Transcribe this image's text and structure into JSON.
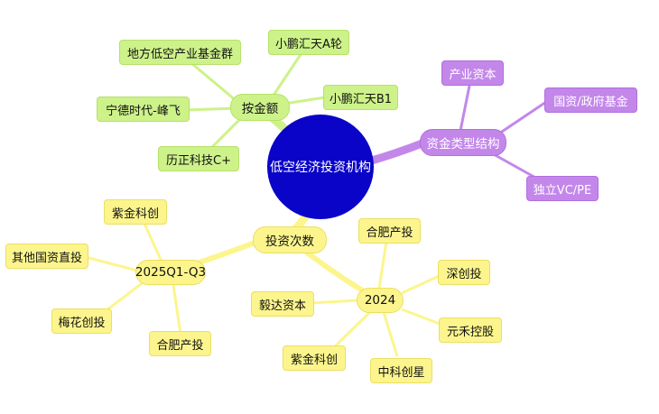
{
  "center": {
    "label": "低空经济投资机构"
  },
  "branches": {
    "amount": {
      "label": "按金额",
      "color": "#cdf28a",
      "items": [
        "地方低空产业基金群",
        "小鹏汇天A轮",
        "宁德时代-峰飞",
        "小鹏汇天B1",
        "历正科技C+"
      ]
    },
    "fund_type": {
      "label": "资金类型结构",
      "color": "#c387ea",
      "items": [
        "产业资本",
        "国资/政府基金",
        "独立VC/PE"
      ]
    },
    "count": {
      "label": "投资次数",
      "color": "#fcf58d",
      "groups": [
        {
          "label": "2025Q1-Q3",
          "items": [
            "紫金科创",
            "其他国资直投",
            "梅花创投",
            "合肥产投"
          ]
        },
        {
          "label": "2024",
          "items": [
            "合肥产投",
            "深创投",
            "毅达资本",
            "元禾控股",
            "紫金科创",
            "中科创星"
          ]
        }
      ]
    }
  }
}
